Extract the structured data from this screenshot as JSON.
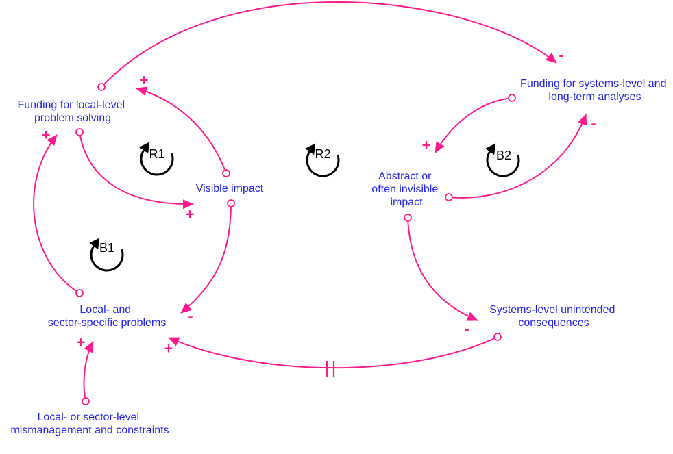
{
  "diagram": {
    "variables": [
      {
        "id": "funding_local",
        "lines": [
          "Funding for local-level",
          "problem solving"
        ]
      },
      {
        "id": "visible_impact",
        "lines": [
          "Visible impact"
        ]
      },
      {
        "id": "local_problems",
        "lines": [
          "Local- and",
          "sector-specific problems"
        ]
      },
      {
        "id": "mismanagement",
        "lines": [
          "Local- or sector-level",
          "mismanagement and constraints"
        ]
      },
      {
        "id": "funding_systems",
        "lines": [
          "Funding for systems-level and",
          "long-term analyses"
        ]
      },
      {
        "id": "abstract_impact",
        "lines": [
          "Abstract or",
          "often invisible",
          "impact"
        ]
      },
      {
        "id": "unintended_consequences",
        "lines": [
          "Systems-level unintended",
          "consequences"
        ]
      }
    ],
    "links": [
      {
        "from": "funding_local",
        "to": "funding_systems",
        "polarity": "-",
        "delay": false
      },
      {
        "from": "visible_impact",
        "to": "funding_local",
        "polarity": "+",
        "delay": false
      },
      {
        "from": "funding_local",
        "to": "visible_impact",
        "polarity": "+",
        "delay": false
      },
      {
        "from": "visible_impact",
        "to": "local_problems",
        "polarity": "-",
        "delay": false
      },
      {
        "from": "local_problems",
        "to": "funding_local",
        "polarity": "+",
        "delay": false
      },
      {
        "from": "mismanagement",
        "to": "local_problems",
        "polarity": "+",
        "delay": false
      },
      {
        "from": "unintended_consequences",
        "to": "local_problems",
        "polarity": "+",
        "delay": true
      },
      {
        "from": "funding_systems",
        "to": "abstract_impact",
        "polarity": "+",
        "delay": false
      },
      {
        "from": "abstract_impact",
        "to": "funding_systems",
        "polarity": "-",
        "delay": false
      },
      {
        "from": "abstract_impact",
        "to": "unintended_consequences",
        "polarity": "-",
        "delay": false
      }
    ],
    "loops": [
      {
        "label": "R1",
        "type": "reinforcing"
      },
      {
        "label": "R2",
        "type": "reinforcing"
      },
      {
        "label": "B1",
        "type": "balancing"
      },
      {
        "label": "B2",
        "type": "balancing"
      }
    ],
    "colors": {
      "link": "#FF1A8C",
      "variable_text": "#2323F0",
      "loop": "#000000",
      "background": "#FFFFFF"
    }
  }
}
